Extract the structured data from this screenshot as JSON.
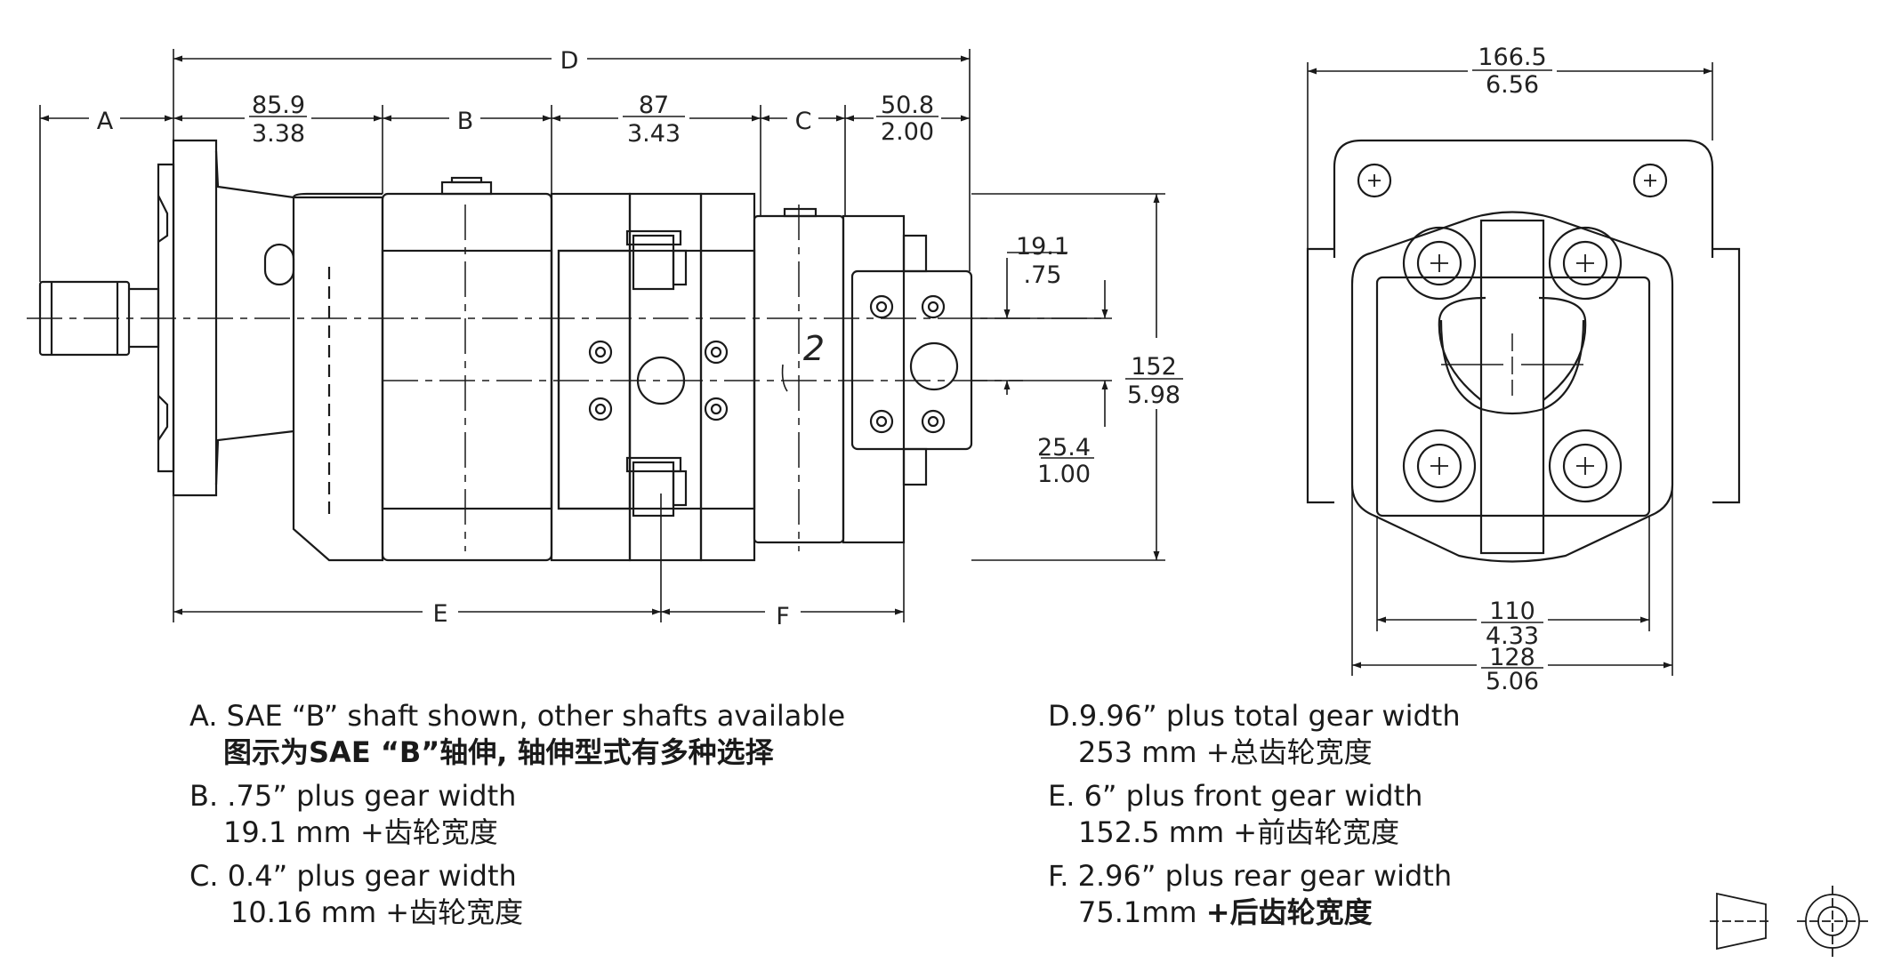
{
  "dimensions": {
    "D": "D",
    "A": "A",
    "B": "B",
    "C": "C",
    "E": "E",
    "F": "F",
    "len_85_9_mm": "85.9",
    "len_85_9_in": "3.38",
    "len_87_mm": "87",
    "len_87_in": "3.43",
    "len_50_8_mm": "50.8",
    "len_50_8_in": "2.00",
    "port_19_1_mm": "19.1",
    "port_19_1_in": ".75",
    "port_25_4_mm": "25.4",
    "port_25_4_in": "1.00",
    "height_152_mm": "152",
    "height_152_in": "5.98",
    "width_166_5_mm": "166.5",
    "width_166_5_in": "6.56",
    "width_110_mm": "110",
    "width_110_in": "4.33",
    "width_128_mm": "128",
    "width_128_in": "5.06",
    "part_number": "2"
  },
  "notes": {
    "A": {
      "en": "A. SAE “B” shaft shown, other shafts available",
      "cn": "图示为SAE “B”轴伸, 轴伸型式有多种选择"
    },
    "B": {
      "en": "B. .75” plus gear width",
      "cn": "19.1 mm +齿轮宽度"
    },
    "C": {
      "en": "C. 0.4” plus gear width",
      "cn": "10.16 mm +齿轮宽度"
    },
    "D": {
      "en": "D.9.96” plus total gear width",
      "cn_mm": "253 mm",
      "cn_txt": "+总齿轮宽度"
    },
    "E": {
      "en": "E. 6” plus front gear width",
      "cn": "152.5 mm +前齿轮宽度"
    },
    "F": {
      "en": "F. 2.96” plus  rear gear width",
      "cn_mm": "75.1mm ",
      "cn_txt": "+后齿轮宽度"
    }
  },
  "colors": {
    "line": "#1a1a1a",
    "text": "#222222",
    "background": "#ffffff"
  },
  "symbols": {
    "projection": "third-angle-projection-icon"
  }
}
